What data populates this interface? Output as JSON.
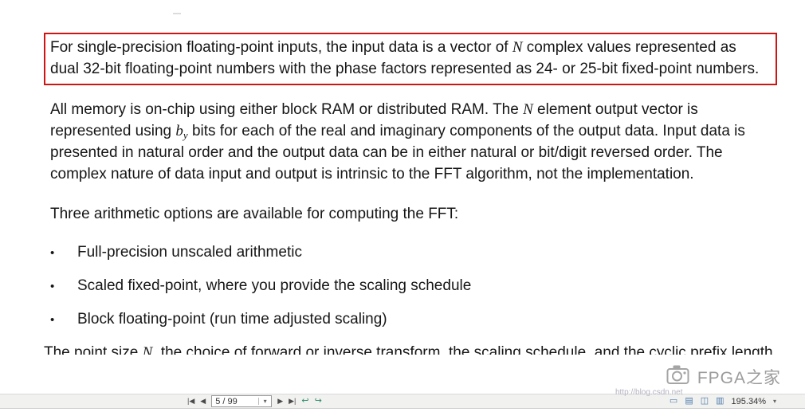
{
  "page": {
    "highlight": {
      "s1": "For single-precision floating-point inputs, the input data is a vector of ",
      "var_n": "N",
      "s2": " complex values represented as dual 32-bit floating-point numbers with the phase factors represented as 24- or 25-bit fixed-point numbers."
    },
    "memory_para": {
      "s1": "All memory is on-chip using either block RAM or distributed RAM. The ",
      "var_n": "N",
      "s2": " element output vector is represented using ",
      "var_b": "b",
      "sub_y": "y",
      "s3": " bits for each of the real and imaginary components of the output data. Input data is presented in natural order and the output data can be in either natural or bit/digit reversed order. The complex nature of data input and output is intrinsic to the FFT algorithm, not the implementation."
    },
    "options_intro": "Three arithmetic options are available for computing the FFT:",
    "bullet_glyph": "•",
    "bullets": [
      "Full-precision unscaled arithmetic",
      "Scaled fixed-point, where you provide the scaling schedule",
      "Block floating-point (run time adjusted scaling)"
    ],
    "clipped_line": {
      "s1": "The point size ",
      "var_n": "N",
      "s2": ", the choice of forward or inverse transform, the scaling schedule, and the cyclic prefix length are run-time configurable."
    }
  },
  "toolbar": {
    "first_page_icon": "|◀",
    "prev_page_icon": "◀",
    "page_field": "5 / 99",
    "field_dropdown_icon": "▾",
    "next_page_icon": "▶",
    "last_page_icon": "▶|",
    "prev_view_icon": "↩",
    "next_view_icon": "↪",
    "view_icons": [
      "▭",
      "▤",
      "◫",
      "▥"
    ],
    "zoom_level": "195.34%",
    "zoom_dropdown_icon": "▾"
  },
  "watermark": {
    "brand": "FPGA之家",
    "url": "http://blog.csdn.net"
  },
  "colors": {
    "highlight_border": "#d01414",
    "watermark_grey": "#9b9b9b",
    "toolbar_bg": "#f1f1f0"
  }
}
